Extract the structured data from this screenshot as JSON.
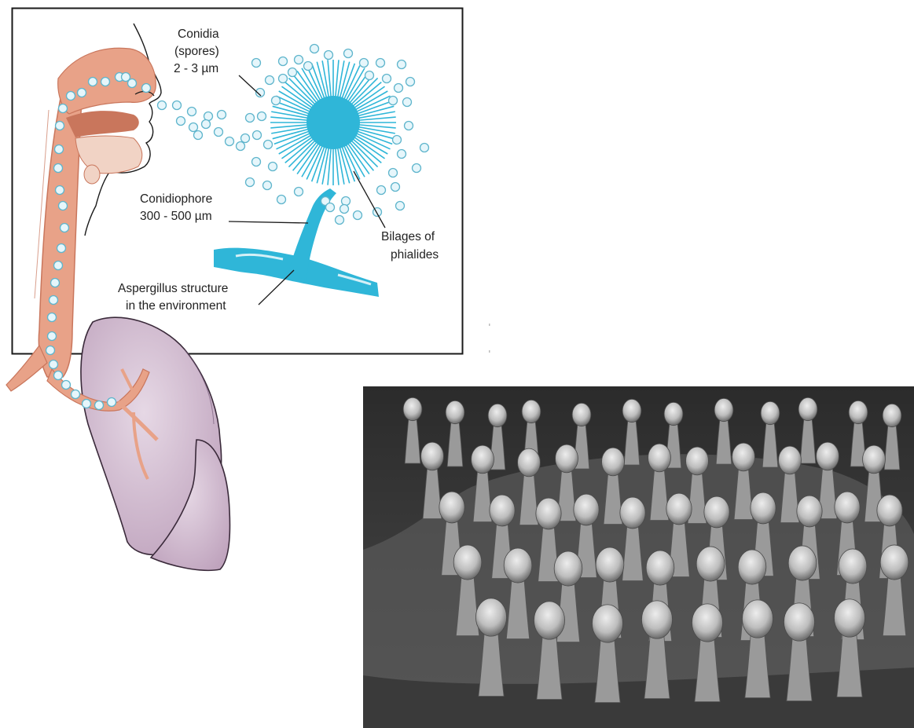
{
  "labels": {
    "conidia_line1": "Conidia",
    "conidia_line2": "(spores)",
    "conidia_line3": "2 - 3 µm",
    "conidiophore_line1": "Conidiophore",
    "conidiophore_line2": "300 - 500 µm",
    "phialides_line1": "Bilages of",
    "phialides_line2": "phialides",
    "environment_line1": "Aspergillus structure",
    "environment_line2": "in the environment"
  },
  "colors": {
    "fungus": "#2fb6d8",
    "spore_fill": "#e6f6fb",
    "spore_stroke": "#5fb5cc",
    "airway": "#e8a288",
    "airway_dark": "#c9765c",
    "lung": "#cdb6cb",
    "lung_stroke": "#3a2a3a",
    "frame": "#1a1a1a"
  }
}
